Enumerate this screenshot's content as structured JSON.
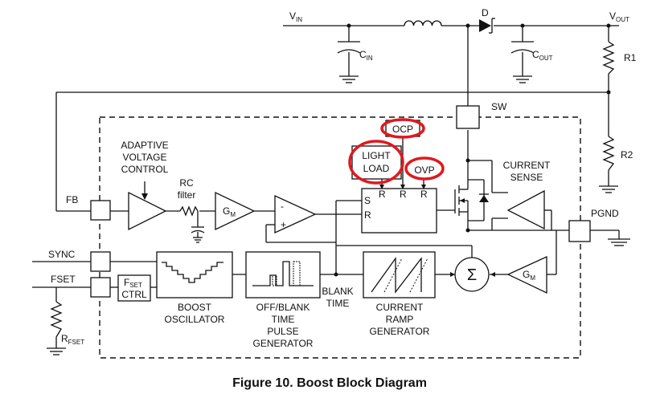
{
  "labels": {
    "vin": "V",
    "vin_sub": "IN",
    "vout": "V",
    "vout_sub": "OUT",
    "d": "D",
    "cin": "C",
    "cin_sub": "IN",
    "cout": "C",
    "cout_sub": "OUT",
    "r1": "R1",
    "r2": "R2",
    "sw": "SW",
    "fb": "FB",
    "pgnd": "PGND",
    "sync": "SYNC",
    "fset": "FSET",
    "rfset": "R",
    "rfset_sub": "FSET",
    "avc": [
      "ADAPTIVE",
      "VOLTAGE",
      "CONTROL"
    ],
    "rc": [
      "RC",
      "filter"
    ],
    "gm": "G",
    "gm_sub": "M",
    "minus": "-",
    "plus": "+",
    "latch_s": "S",
    "latch_r": "R",
    "latch_r_top": "R",
    "ocp": "OCP",
    "light_load": [
      "LIGHT",
      "LOAD"
    ],
    "ovp": "OVP",
    "current_sense": [
      "CURRENT",
      "SENSE"
    ],
    "fset_ctrl": [
      "F",
      "CTRL"
    ],
    "fset_ctrl_sub": "SET",
    "boost_osc": [
      "BOOST",
      "OSCILLATOR"
    ],
    "off_blank": [
      "OFF/BLANK",
      "TIME",
      "PULSE",
      "GENERATOR"
    ],
    "blank_time": [
      "BLANK",
      "TIME"
    ],
    "current_ramp": [
      "CURRENT",
      "RAMP",
      "GENERATOR"
    ],
    "sigma": "Σ"
  },
  "caption": "Figure 10.  Boost Block Diagram",
  "colors": {
    "line": "#111111",
    "highlight": "#e0191f",
    "background": "#ffffff"
  }
}
